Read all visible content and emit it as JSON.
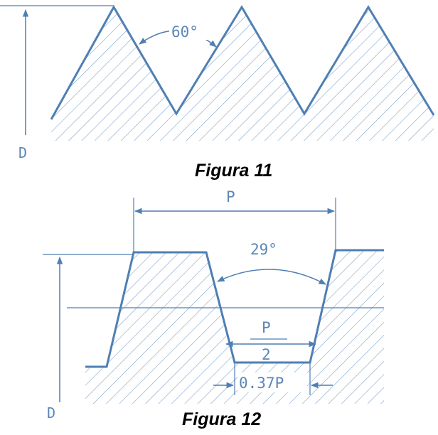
{
  "figure11": {
    "caption": "Figura 11",
    "angle_label": "60°",
    "depth_label": "D"
  },
  "figure12": {
    "caption": "Figura 12",
    "pitch_label": "P",
    "angle_label": "29°",
    "half_pitch_numerator": "P",
    "half_pitch_denominator": "2",
    "flat_label": "0.37P",
    "depth_label": "D"
  },
  "colors": {
    "line": "#4f7fb3",
    "hatch": "#7ea3c9",
    "caption": "#000000"
  }
}
